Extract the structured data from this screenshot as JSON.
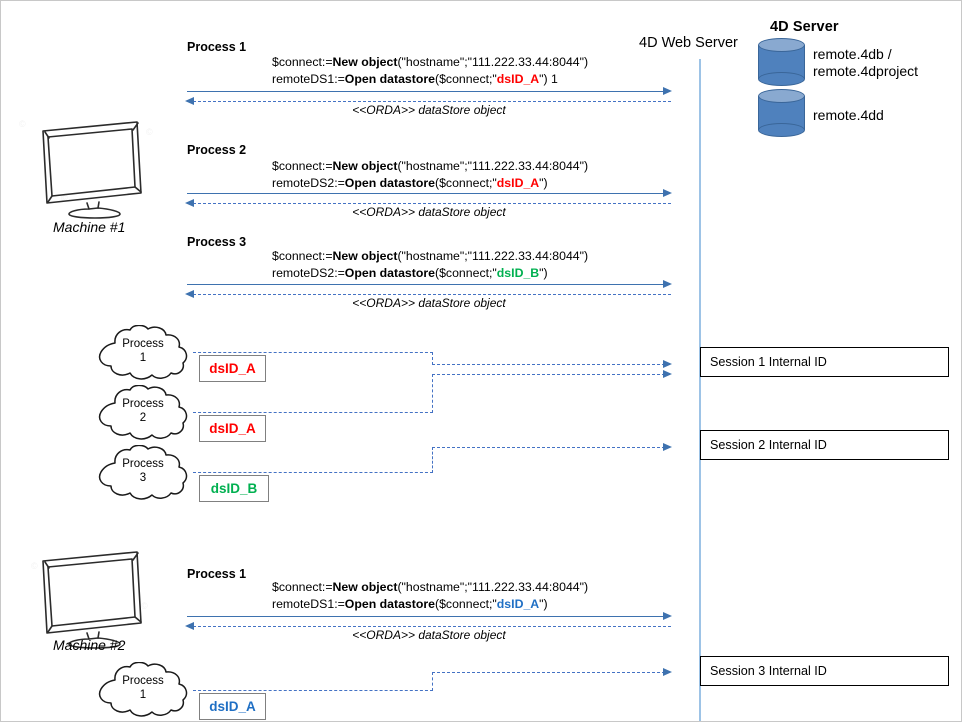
{
  "diagram": {
    "title_4d_server": "4D Server",
    "label_web_server": "4D Web Server",
    "orda_reply": "<<ORDA>> dataStore object",
    "databases": [
      {
        "name": "db-remote-4db",
        "label": "remote.4db / remote.4dproject"
      },
      {
        "name": "db-remote-4dd",
        "label": "remote.4dd"
      }
    ],
    "machines": [
      {
        "name": "machine-1",
        "label": "Machine #1"
      },
      {
        "name": "machine-2",
        "label": "Machine #2"
      }
    ],
    "processes_top": [
      {
        "title": "Process 1",
        "line1_pre": "$connect:=",
        "line1_fn": "New object",
        "line1_args": "(\"hostname\";\"111.222.33.44:8044\")",
        "line2_pre": "remoteDS1:=",
        "line2_fn": "Open datastore",
        "line2_open": "($connect;\"",
        "line2_dsid": "dsID_A",
        "line2_dsid_color": "red",
        "line2_close": "\") 1"
      },
      {
        "title": "Process 2",
        "line1_pre": "$connect:=",
        "line1_fn": "New object",
        "line1_args": "(\"hostname\";\"111.222.33.44:8044\")",
        "line2_pre": "remoteDS2:=",
        "line2_fn": "Open datastore",
        "line2_open": "($connect;\"",
        "line2_dsid": "dsID_A",
        "line2_dsid_color": "red",
        "line2_close": "\")"
      },
      {
        "title": "Process 3",
        "line1_pre": "$connect:=",
        "line1_fn": "New object",
        "line1_args": "(\"hostname\";\"111.222.33.44:8044\")",
        "line2_pre": "remoteDS2:=",
        "line2_fn": "Open datastore",
        "line2_open": "($connect;\"",
        "line2_dsid": "dsID_B",
        "line2_dsid_color": "green",
        "line2_close": "\")"
      }
    ],
    "process_bottom": {
      "title": "Process 1",
      "line1_pre": "$connect:=",
      "line1_fn": "New object",
      "line1_args": "(\"hostname\";\"111.222.33.44:8044\")",
      "line2_pre": "remoteDS1:=",
      "line2_fn": "Open datastore",
      "line2_open": "($connect;\"",
      "line2_dsid": "dsID_A",
      "line2_dsid_color": "blue",
      "line2_close": "\")"
    },
    "clouds_top": [
      {
        "word": "Process",
        "num": "1",
        "dsid": "dsID_A",
        "color": "red"
      },
      {
        "word": "Process",
        "num": "2",
        "dsid": "dsID_A",
        "color": "red"
      },
      {
        "word": "Process",
        "num": "3",
        "dsid": "dsID_B",
        "color": "green"
      }
    ],
    "cloud_bottom": {
      "word": "Process",
      "num": "1",
      "dsid": "dsID_A",
      "color": "blue"
    },
    "sessions": [
      {
        "label": "Session 1 Internal ID"
      },
      {
        "label": "Session 2 Internal ID"
      },
      {
        "label": "Session 3 Internal ID"
      }
    ],
    "colors": {
      "red": "#FF0000",
      "green": "#00B050",
      "blue": "#1F6FC4",
      "arrow": "#3E72AF",
      "dashed": "#4472C4",
      "lifeline": "#9DC3E6",
      "cylinder_body": "#4F81BD",
      "cylinder_top": "#89A9D0"
    }
  }
}
